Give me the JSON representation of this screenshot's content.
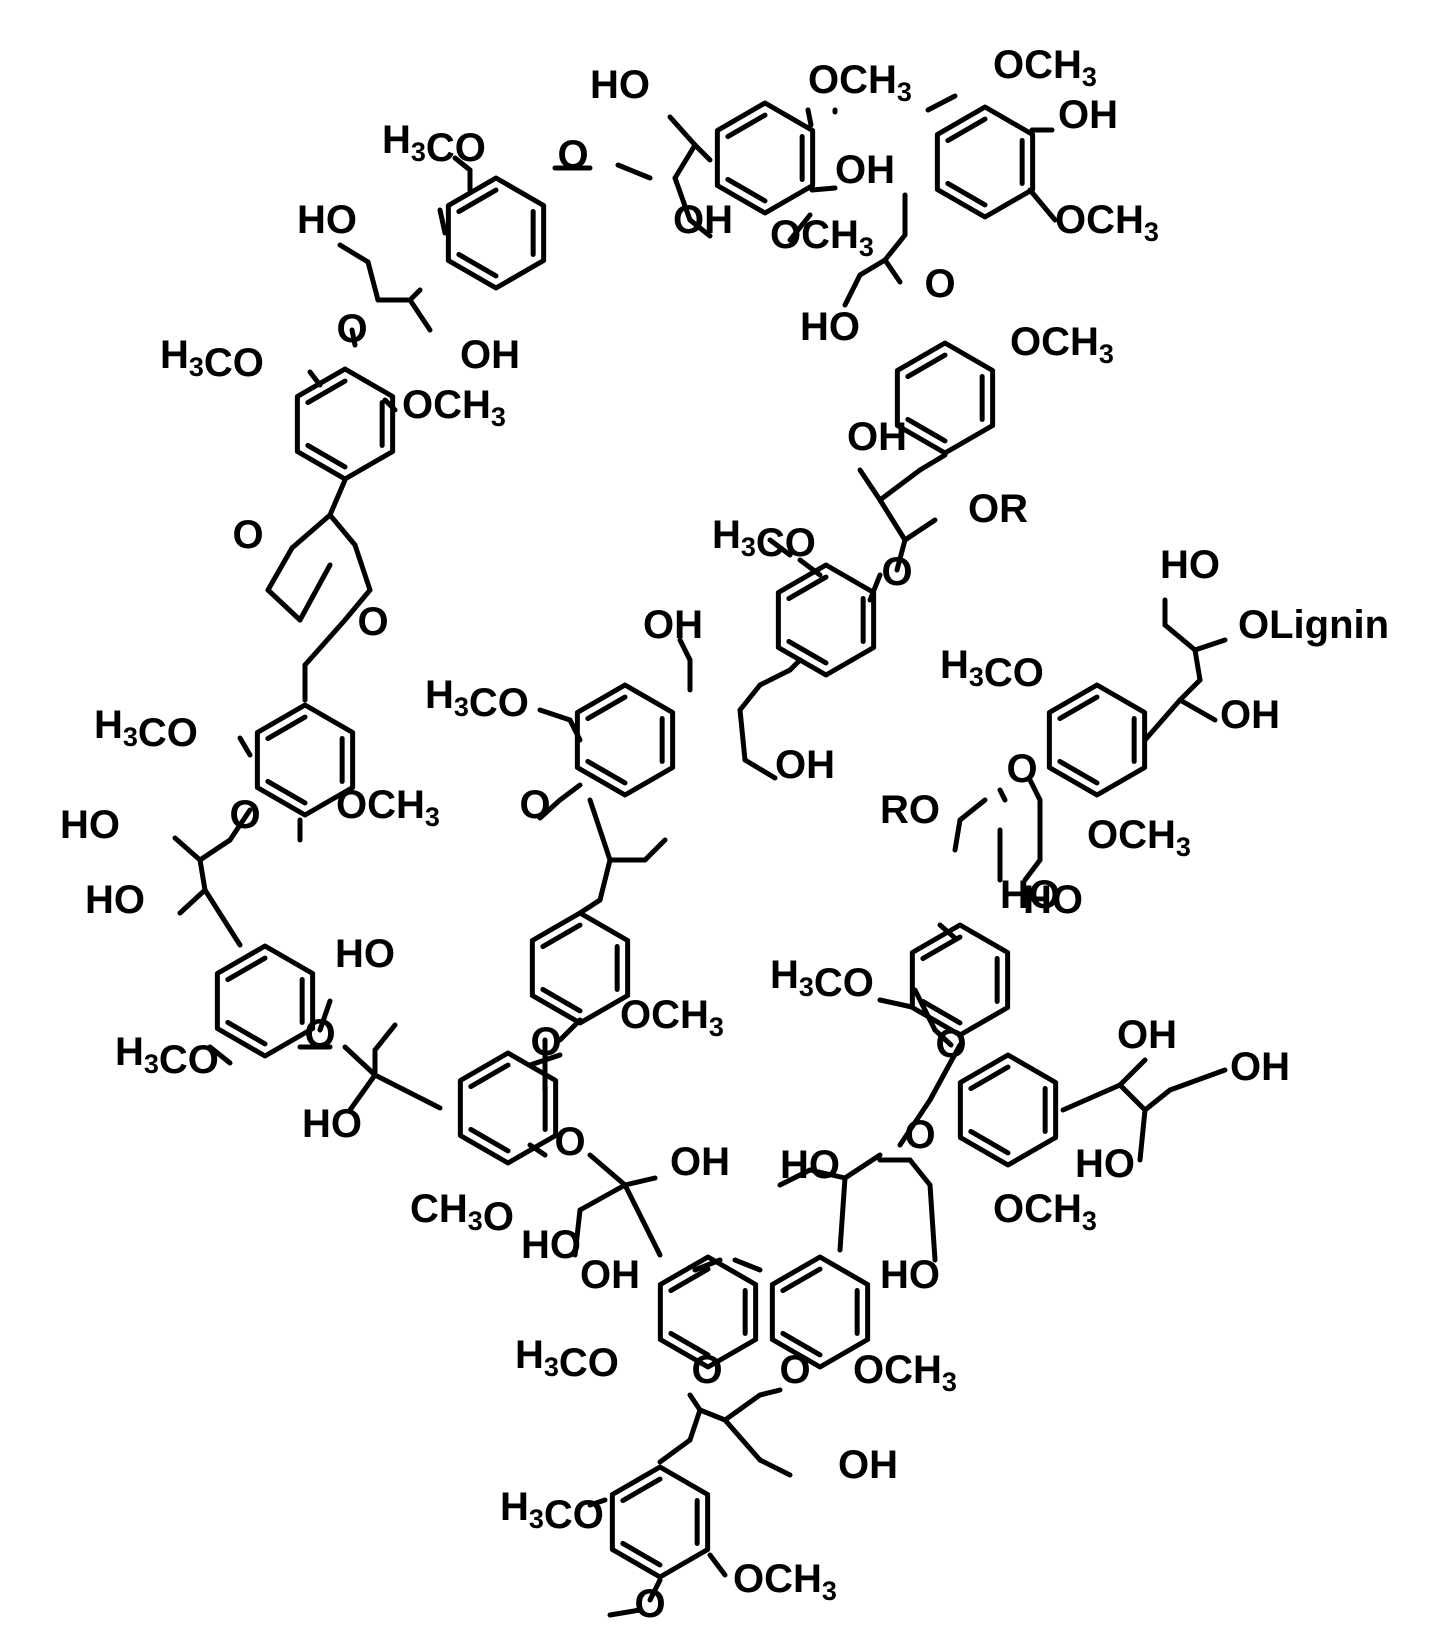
{
  "diagram": {
    "labels": [
      {
        "id": "a1",
        "text": "OCH3"
      },
      {
        "id": "a2",
        "text": "OCH3"
      },
      {
        "id": "a3",
        "text": "HO"
      },
      {
        "id": "a4",
        "text": "OH"
      },
      {
        "id": "a5",
        "text": "H3CO"
      },
      {
        "id": "a6",
        "text": "O"
      },
      {
        "id": "a7",
        "text": "OH"
      },
      {
        "id": "a8",
        "text": "OH"
      },
      {
        "id": "a9",
        "text": "OCH3"
      },
      {
        "id": "a10",
        "text": "OCH3"
      },
      {
        "id": "a11",
        "text": "HO"
      },
      {
        "id": "a12",
        "text": "O"
      },
      {
        "id": "a13",
        "text": "HO"
      },
      {
        "id": "a14",
        "text": "OCH3"
      },
      {
        "id": "a15",
        "text": "H3CO"
      },
      {
        "id": "a16",
        "text": "O"
      },
      {
        "id": "a17",
        "text": "OH"
      },
      {
        "id": "a18",
        "text": "OCH3"
      },
      {
        "id": "a19",
        "text": "OH"
      },
      {
        "id": "a20",
        "text": "OR"
      },
      {
        "id": "a21",
        "text": "O"
      },
      {
        "id": "a22",
        "text": "O"
      },
      {
        "id": "a23",
        "text": "H3CO"
      },
      {
        "id": "a24",
        "text": "H3CO"
      },
      {
        "id": "a25",
        "text": "HO"
      },
      {
        "id": "a26",
        "text": "OH"
      },
      {
        "id": "a27",
        "text": "OLignin"
      },
      {
        "id": "a28",
        "text": "O"
      },
      {
        "id": "a29",
        "text": "H3CO"
      },
      {
        "id": "a30",
        "text": "OH"
      },
      {
        "id": "a31",
        "text": "H3CO"
      },
      {
        "id": "a32",
        "text": "OCH3"
      },
      {
        "id": "a33",
        "text": "O"
      },
      {
        "id": "a34",
        "text": "HO"
      },
      {
        "id": "a35",
        "text": "O"
      },
      {
        "id": "a36",
        "text": "OH"
      },
      {
        "id": "a37",
        "text": "HO"
      },
      {
        "id": "a38",
        "text": "RO"
      },
      {
        "id": "a39",
        "text": "O"
      },
      {
        "id": "a40",
        "text": "OCH3"
      },
      {
        "id": "a41",
        "text": "HO"
      },
      {
        "id": "a42",
        "text": "HO"
      },
      {
        "id": "a43",
        "text": "HO"
      },
      {
        "id": "a44",
        "text": "H3CO"
      },
      {
        "id": "a45",
        "text": "HO"
      },
      {
        "id": "a46",
        "text": "O"
      },
      {
        "id": "a47",
        "text": "OCH3"
      },
      {
        "id": "a48",
        "text": "H3CO"
      },
      {
        "id": "a49",
        "text": "O"
      },
      {
        "id": "a50",
        "text": "OH"
      },
      {
        "id": "a51",
        "text": "OH"
      },
      {
        "id": "a52",
        "text": "HO"
      },
      {
        "id": "a53",
        "text": "O"
      },
      {
        "id": "a54",
        "text": "CH3O"
      },
      {
        "id": "a55",
        "text": "O"
      },
      {
        "id": "a56",
        "text": "OH"
      },
      {
        "id": "a57",
        "text": "HO"
      },
      {
        "id": "a58",
        "text": "O"
      },
      {
        "id": "a59",
        "text": "HO"
      },
      {
        "id": "a60",
        "text": "OCH3"
      },
      {
        "id": "a61",
        "text": "OH"
      },
      {
        "id": "a62",
        "text": "HO"
      },
      {
        "id": "a63",
        "text": "H3CO"
      },
      {
        "id": "a64",
        "text": "OCH3"
      },
      {
        "id": "a65",
        "text": "O"
      },
      {
        "id": "a66",
        "text": "O"
      },
      {
        "id": "a67",
        "text": "OH"
      },
      {
        "id": "a68",
        "text": "H3CO"
      },
      {
        "id": "a69",
        "text": "OCH3"
      },
      {
        "id": "a70",
        "text": "O"
      }
    ]
  }
}
